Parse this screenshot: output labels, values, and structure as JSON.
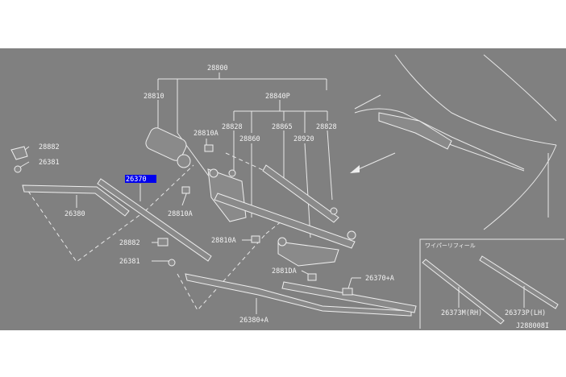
{
  "diagram": {
    "labels": {
      "assembly": "28800",
      "motor": "28810",
      "linkage": "28840P",
      "bushing_left": "28828",
      "bushing_right": "28828",
      "link_rod_a": "28865",
      "link_rod_b": "28860",
      "pivot": "28920",
      "bolt_top": "28810A",
      "bolt_mid": "28810A",
      "bolt_lower": "28810A",
      "bolt_da": "2881DA",
      "cap_left": "28882",
      "nut_left": "26381",
      "cap_mid": "28882",
      "nut_mid": "26381",
      "blade_selected": "26370",
      "arm_left": "26380",
      "arm_right": "26380+A",
      "blade_right": "26370+A"
    },
    "inset": {
      "title": "ワイパーリフィール",
      "refill_rh": "26373M(RH)",
      "refill_lh": "26373P(LH)"
    },
    "diagram_code": "J288008I"
  }
}
